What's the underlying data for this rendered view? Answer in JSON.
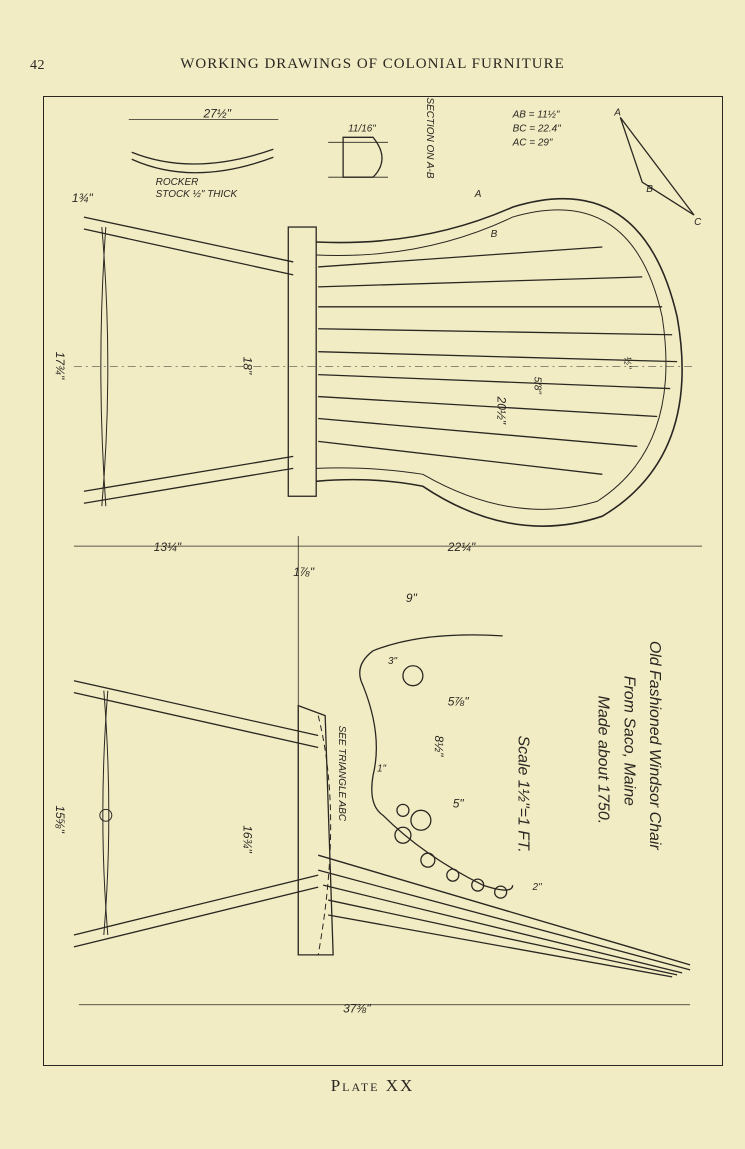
{
  "header": {
    "page_number": "42",
    "running_title": "WORKING DRAWINGS OF COLONIAL FURNITURE"
  },
  "plate": {
    "caption": "Plate XX",
    "title_lines": [
      "Old Fashioned Windsor Chair",
      "From Saco, Maine",
      "Made about 1750."
    ],
    "scale": "Scale 1½\"=1 FT.",
    "rocker_label": "ROCKER",
    "rocker_stock": "STOCK ½\" THICK",
    "section_label": "SECTION ON A-B",
    "see_triangle": "SEE TRIANGLE ABC",
    "triangle_lines": [
      "AB = 11½\"",
      "BC = 22.4\"",
      "AC = 29\""
    ],
    "triangle_vertices": [
      "A",
      "B",
      "C"
    ],
    "section_points": [
      "A",
      "B"
    ],
    "dimensions": {
      "rocker_length": "27½\"",
      "section_width": "11/16\"",
      "top_width": "1¾\"",
      "side_height": "17¾\"",
      "seat_depth": "18\"",
      "front_width": "13¼\"",
      "seat_thickness": "1⅞\"",
      "back_length": "22¼\"",
      "lower_height": "15⅝\"",
      "leg_height": "16¾\"",
      "overall_length": "37⅜\"",
      "arm_extent": "9\"",
      "hole_spacing_a": "5⅞\"",
      "hole_spacing_b": "8½\"",
      "hole_spacing_c": "5\"",
      "back_spindle_total": "20½\"",
      "spindle_gap_a": "5/8\"",
      "spindle_gap_b": "½\"",
      "small_a": "1\"",
      "small_b": "3\"",
      "small_c": "2\""
    }
  }
}
